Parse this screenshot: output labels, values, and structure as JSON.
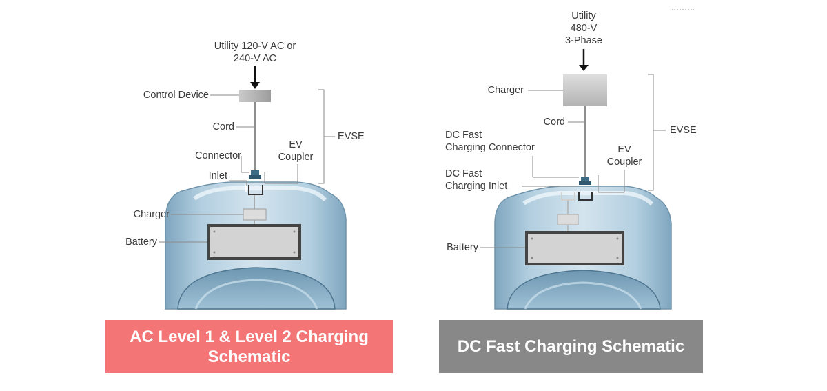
{
  "colors": {
    "ac_caption_bg": "#f47576",
    "dc_caption_bg": "#888888",
    "car_body": "#a9c8dc",
    "car_highlight": "#dae8f1",
    "car_dark": "#557b92",
    "label_text": "#3a3a3a",
    "leader_line": "#8a8a8a"
  },
  "ac": {
    "source": [
      "Utility 120-V AC or",
      "240-V AC"
    ],
    "control_device": "Control Device",
    "cord": "Cord",
    "connector": "Connector",
    "inlet": "Inlet",
    "ev_coupler": [
      "EV",
      "Coupler"
    ],
    "evse": "EVSE",
    "charger": "Charger",
    "battery": "Battery",
    "caption": [
      "AC Level 1 & Level 2 Charging",
      "Schematic"
    ]
  },
  "dc": {
    "source": [
      "Utility",
      "480-V",
      "3-Phase"
    ],
    "charger": "Charger",
    "cord": "Cord",
    "connector": [
      "DC Fast",
      "Charging Connector"
    ],
    "inlet": [
      "DC Fast",
      "Charging Inlet"
    ],
    "ev_coupler": [
      "EV",
      "Coupler"
    ],
    "evse": "EVSE",
    "battery": "Battery",
    "caption": "DC Fast Charging Schematic"
  }
}
